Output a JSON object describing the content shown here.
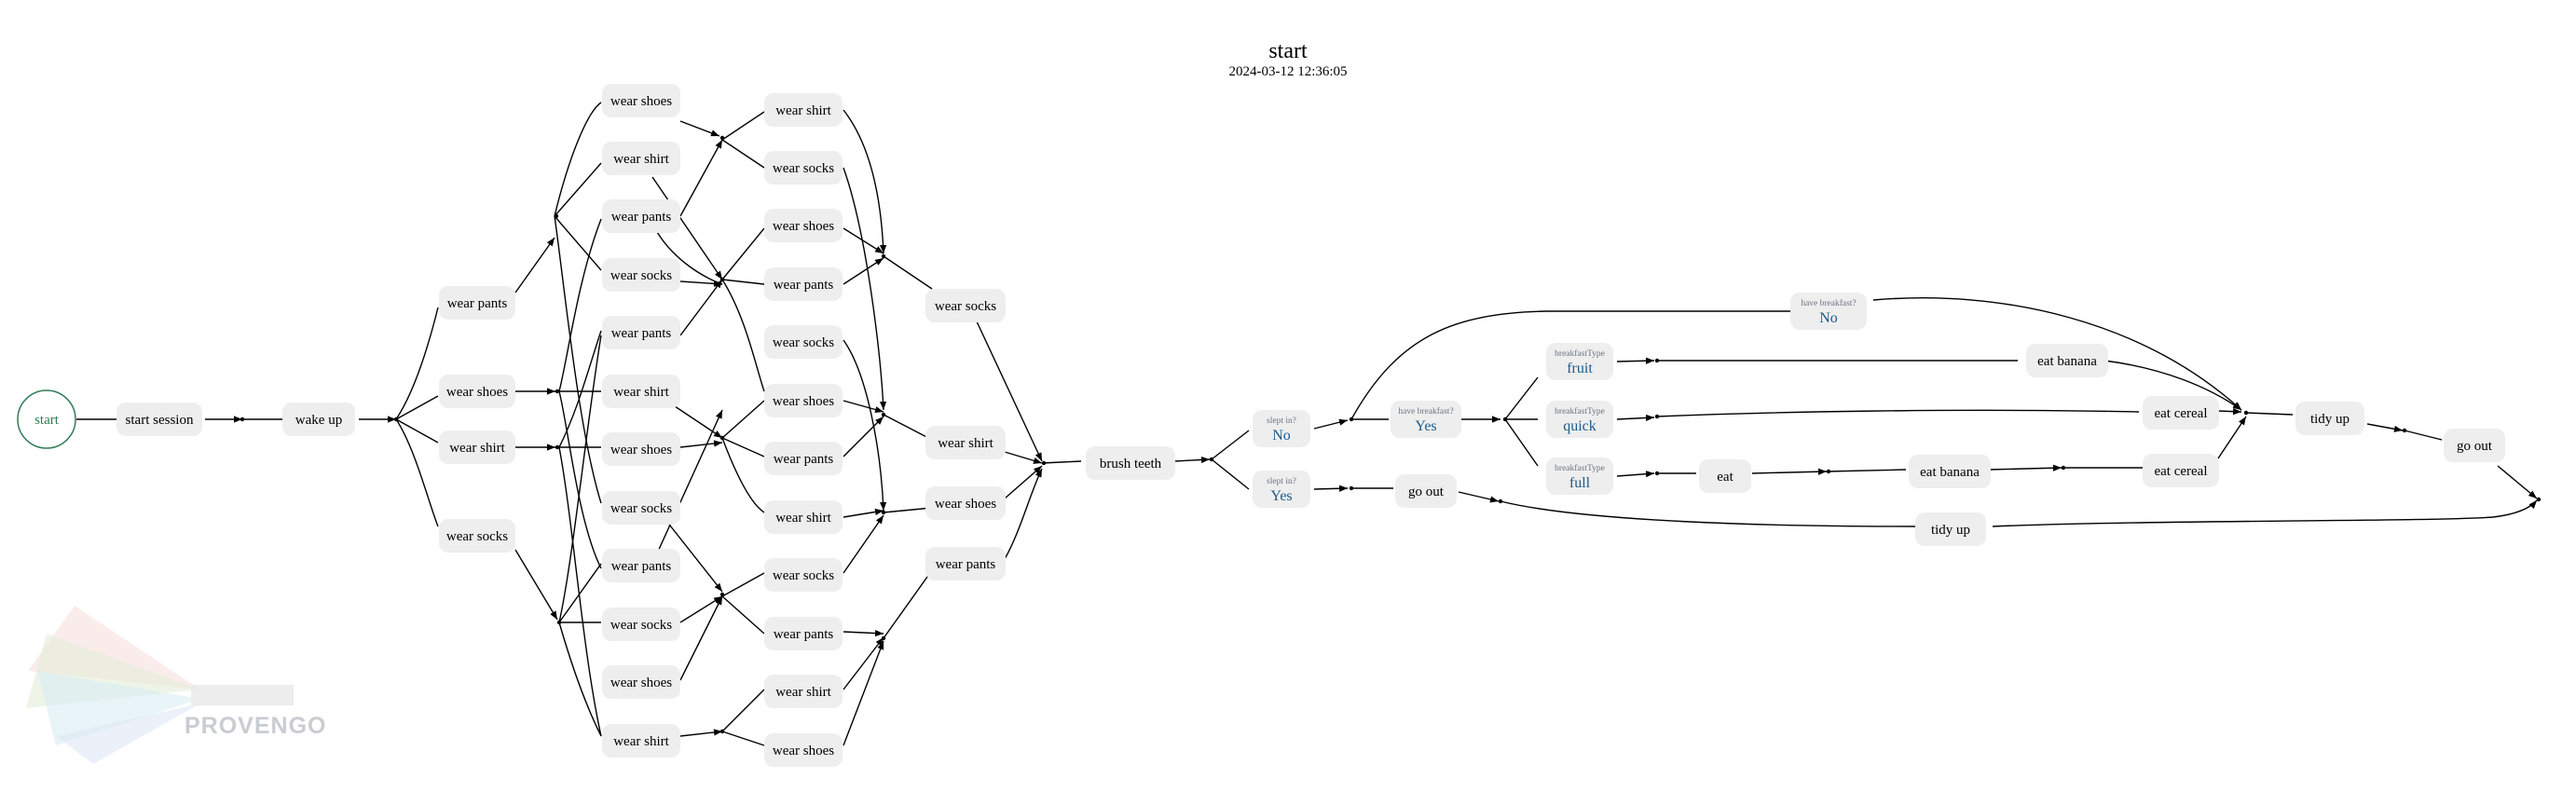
{
  "header": {
    "title": "start",
    "subtitle": "2024-03-12 12:36:05"
  },
  "logo": {
    "text": "PROVENGO"
  },
  "colors": {
    "node_fill": "#eeeeee",
    "edge": "#000000",
    "start_stroke": "#2e7d55",
    "cond_value": "#1a5a8c",
    "cond_label": "#6b7480"
  },
  "nodes": {
    "start": "start",
    "start_session": "start session",
    "wake_up": "wake up",
    "c1_wear_pants": "wear pants",
    "c1_wear_shoes": "wear shoes",
    "c1_wear_shirt": "wear shirt",
    "c1_wear_socks": "wear socks",
    "c2_shoes_a": "wear shoes",
    "c2_shirt_a": "wear shirt",
    "c2_pants_a": "wear pants",
    "c2_socks_a": "wear socks",
    "c2_pants_b": "wear pants",
    "c2_shirt_b": "wear shirt",
    "c2_shoes_b": "wear shoes",
    "c2_socks_b": "wear socks",
    "c2_pants_c": "wear pants",
    "c2_socks_c": "wear socks",
    "c2_shoes_c": "wear shoes",
    "c2_shirt_c": "wear shirt",
    "c3_shirt_a": "wear shirt",
    "c3_socks_a": "wear socks",
    "c3_shoes_a": "wear shoes",
    "c3_pants_a": "wear pants",
    "c3_socks_b": "wear socks",
    "c3_shoes_b": "wear shoes",
    "c3_pants_b": "wear pants",
    "c3_shirt_b": "wear shirt",
    "c3_socks_c": "wear socks",
    "c3_pants_c": "wear pants",
    "c3_shirt_c": "wear shirt",
    "c3_shoes_c": "wear shoes",
    "c4_socks": "wear socks",
    "c4_shirt": "wear shirt",
    "c4_shoes": "wear shoes",
    "c4_pants": "wear pants",
    "brush_teeth": "brush teeth",
    "go_out_1": "go out",
    "tidy_up_1": "tidy up",
    "eat_banana_1": "eat banana",
    "eat_cereal_1": "eat cereal",
    "eat": "eat",
    "eat_banana_2": "eat banana",
    "eat_cereal_2": "eat cereal",
    "tidy_up_2": "tidy up",
    "go_out_2": "go out"
  },
  "conditions": {
    "slept_no": {
      "label": "slept in?",
      "value": "No"
    },
    "slept_yes": {
      "label": "slept in?",
      "value": "Yes"
    },
    "breakfast_yes": {
      "label": "have breakfast?",
      "value": "Yes"
    },
    "breakfast_no": {
      "label": "have breakfast?",
      "value": "No"
    },
    "type_fruit": {
      "label": "breakfastType",
      "value": "fruit"
    },
    "type_quick": {
      "label": "breakfastType",
      "value": "quick"
    },
    "type_full": {
      "label": "breakfastType",
      "value": "full"
    }
  }
}
